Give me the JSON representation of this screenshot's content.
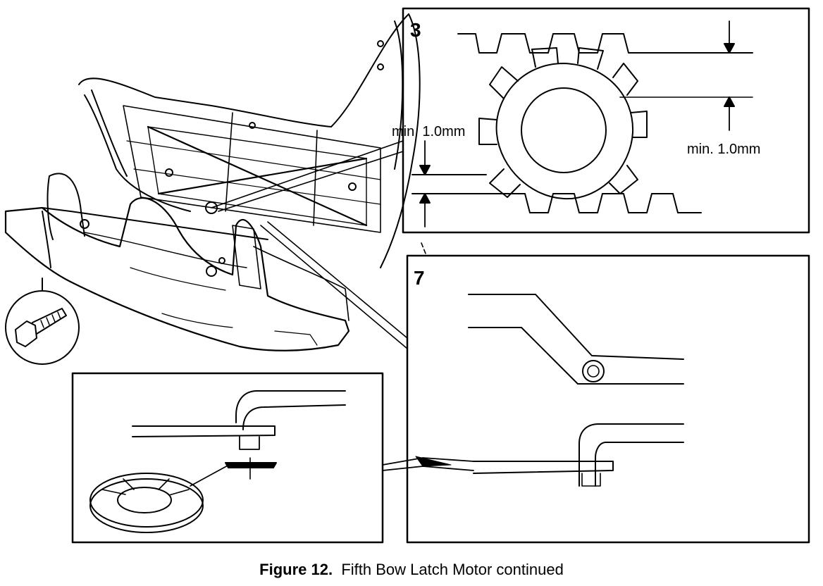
{
  "figure": {
    "caption_label": "Figure 12.",
    "caption_text": "Fifth Bow Latch Motor continued"
  },
  "callouts": {
    "gear_detail_number": "3",
    "latch_detail_number": "7"
  },
  "dimensions": {
    "left_label": "min. 1.0mm",
    "right_label": "min. 1.0mm"
  }
}
